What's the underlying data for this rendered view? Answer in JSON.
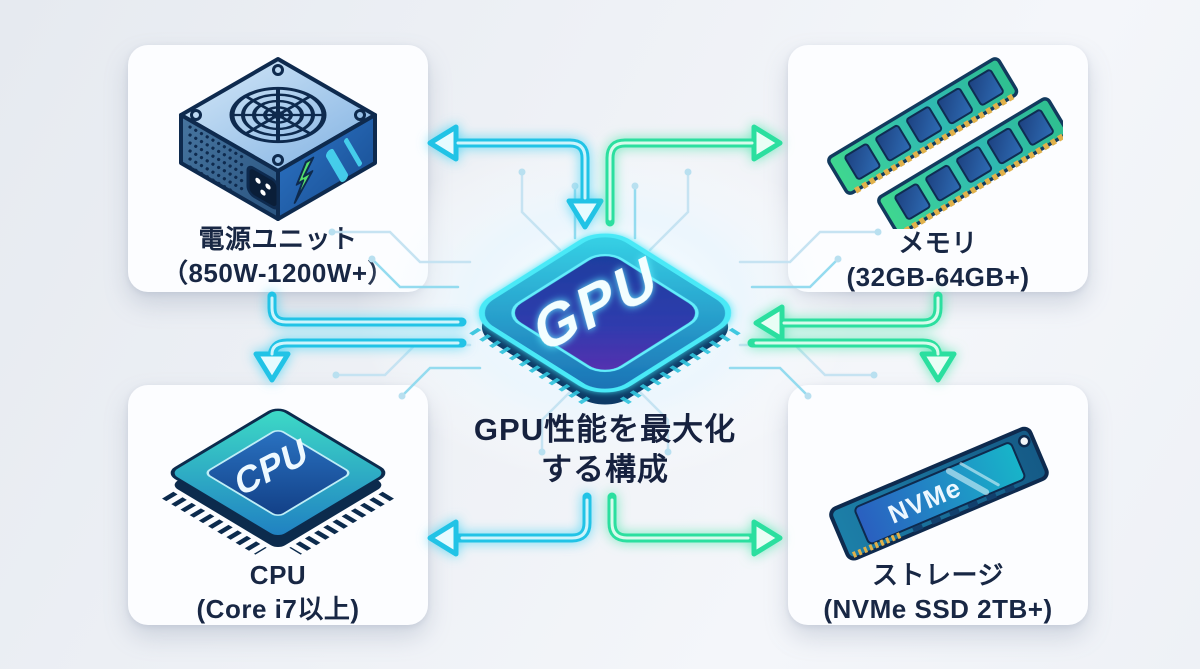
{
  "diagram": {
    "center": {
      "chip_label": "GPU",
      "caption_line1": "GPU性能を最大化",
      "caption_line2": "する構成"
    },
    "nodes": {
      "psu": {
        "name": "電源ユニット",
        "spec": "（850W-1200W+）"
      },
      "memory": {
        "name": "メモリ",
        "spec": "(32GB-64GB+)"
      },
      "cpu": {
        "name": "CPU",
        "spec": "(Core i7以上)",
        "chip_label": "CPU"
      },
      "storage": {
        "name": "ストレージ",
        "spec": "(NVMe SSD 2TB+)",
        "chip_label": "NVMe"
      }
    },
    "colors": {
      "cyan": "#22c4e7",
      "green": "#2de0a0",
      "label_text": "#182744"
    }
  }
}
